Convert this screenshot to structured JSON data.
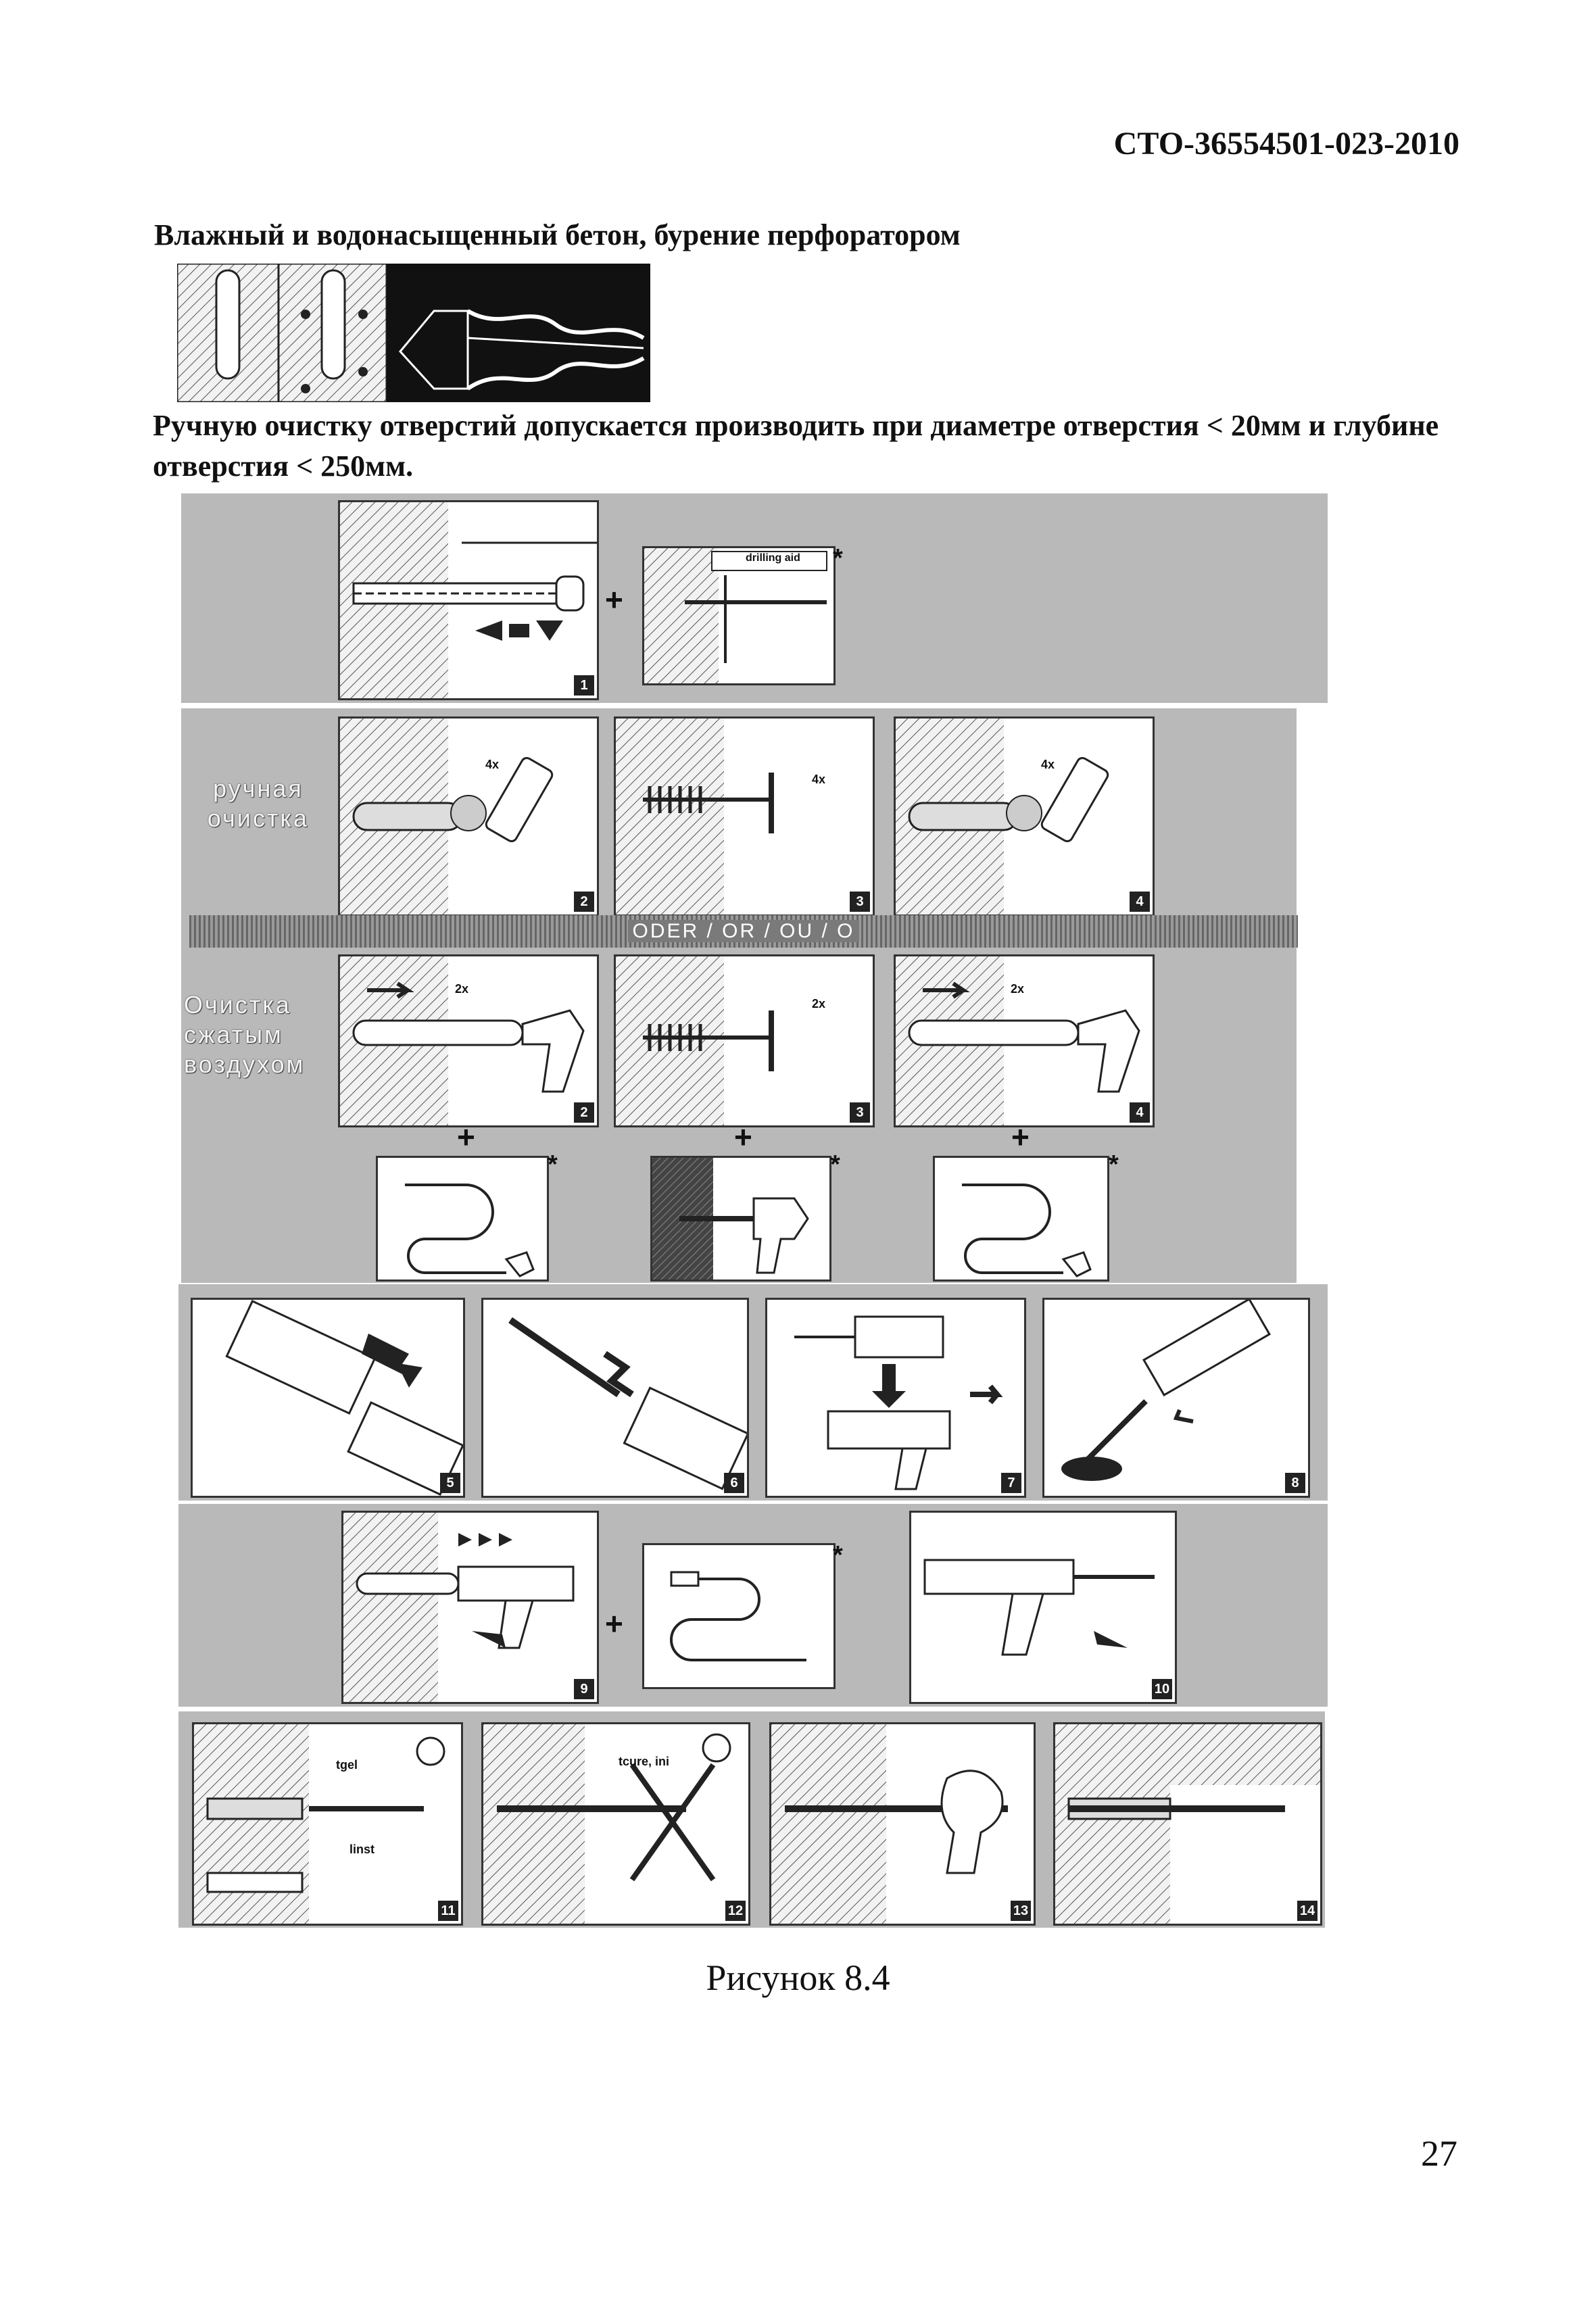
{
  "header": {
    "doc_code": "СТО-36554501-023-2010"
  },
  "section": {
    "heading": "Влажный и водонасыщенный бетон, бурение перфоратором",
    "note": "Ручную очистку отверстий допускается производить при диаметре отверстия < 20мм и глубине отверстия < 250мм."
  },
  "figure": {
    "caption": "Рисунок 8.4",
    "labels": {
      "manual": "ручная очистка",
      "compressed": "Очистка сжатым воздухом",
      "or": "ODER / OR / OU / O",
      "drilling_aid": "drilling aid",
      "tgel": "tgel",
      "tcure": "tcure, ini",
      "linst": "linst",
      "x4": "4x",
      "x2": "2x"
    },
    "steps": [
      "1",
      "2",
      "3",
      "4",
      "2",
      "3",
      "4",
      "5",
      "6",
      "7",
      "8",
      "9",
      "10",
      "11",
      "12",
      "13",
      "14"
    ],
    "icons": [
      "hammer-drill-icon",
      "blow-pump-icon",
      "brush-icon",
      "air-gun-icon",
      "cartridge-icon",
      "mixer-icon",
      "dispenser-icon",
      "clock-icon",
      "anchor-rod-icon"
    ]
  },
  "footer": {
    "page_number": "27"
  }
}
